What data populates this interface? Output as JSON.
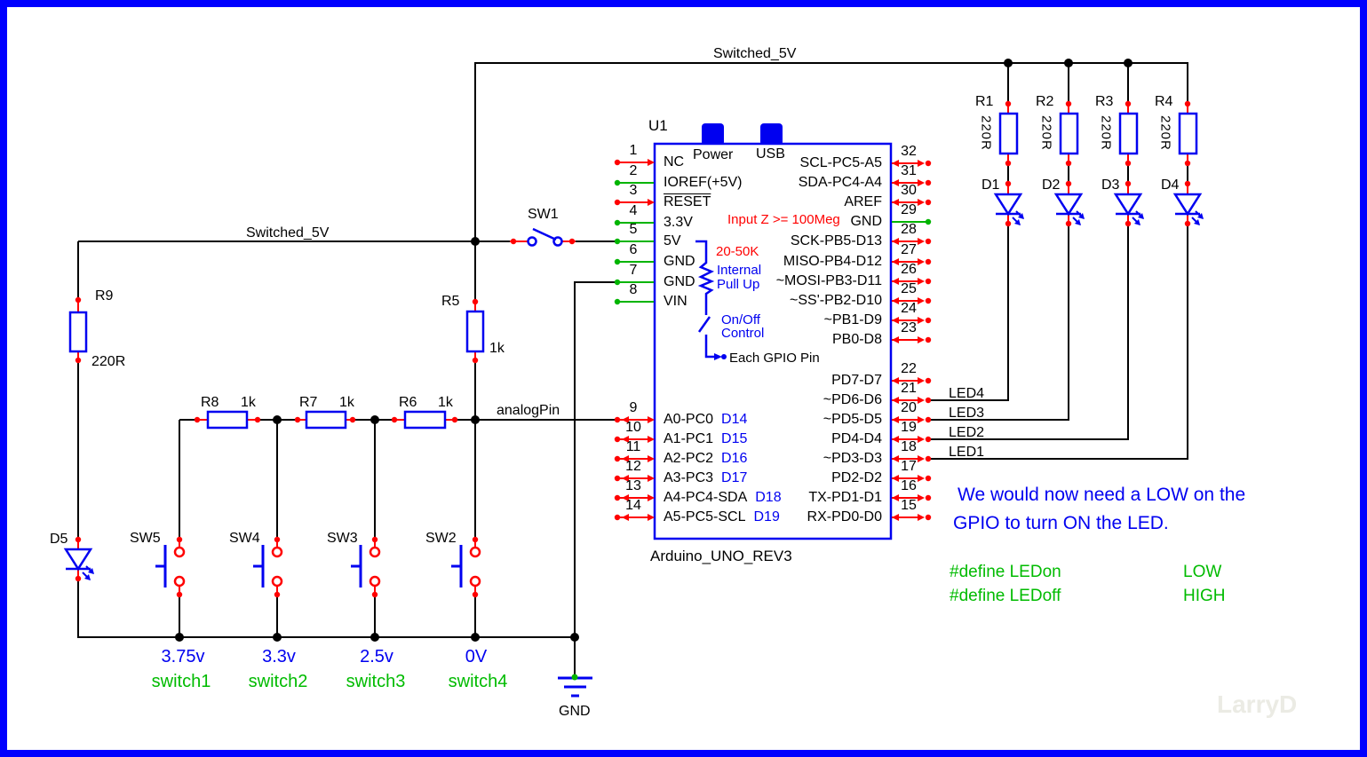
{
  "nets": {
    "switched_5v_top": "Switched_5V",
    "switched_5v_left": "Switched_5V",
    "analog_pin": "analogPin",
    "gnd_label": "GND",
    "led_wire_labels": [
      "LED4",
      "LED3",
      "LED2",
      "LED1"
    ]
  },
  "chip": {
    "designator": "U1",
    "part_name": "Arduino_UNO_REV3",
    "power_connector": "Power",
    "usb_connector": "USB",
    "internal_notes": {
      "input_impedance": "Input Z >= 100Meg",
      "pullup_value": "20-50K",
      "pullup_line1": "Internal",
      "pullup_line2": "Pull Up",
      "control_line1": "On/Off",
      "control_line2": "Control",
      "gpio_note": "Each GPIO Pin"
    },
    "left_pins": [
      {
        "num": "1",
        "label": "NC"
      },
      {
        "num": "2",
        "label": "IOREF(+5V)"
      },
      {
        "num": "3",
        "label": "RESET"
      },
      {
        "num": "4",
        "label": "3.3V"
      },
      {
        "num": "5",
        "label": "5V"
      },
      {
        "num": "6",
        "label": "GND"
      },
      {
        "num": "7",
        "label": "GND"
      },
      {
        "num": "8",
        "label": "VIN"
      },
      {
        "num": "9",
        "label": "A0-PC0",
        "alt": "D14"
      },
      {
        "num": "10",
        "label": "A1-PC1",
        "alt": "D15"
      },
      {
        "num": "11",
        "label": "A2-PC2",
        "alt": "D16"
      },
      {
        "num": "12",
        "label": "A3-PC3",
        "alt": "D17"
      },
      {
        "num": "13",
        "label": "A4-PC4-SDA",
        "alt": "D18"
      },
      {
        "num": "14",
        "label": "A5-PC5-SCL",
        "alt": "D19"
      }
    ],
    "right_pins": [
      {
        "num": "32",
        "label": "SCL-PC5-A5"
      },
      {
        "num": "31",
        "label": "SDA-PC4-A4"
      },
      {
        "num": "30",
        "label": "AREF"
      },
      {
        "num": "29",
        "label": "GND"
      },
      {
        "num": "28",
        "label": "SCK-PB5-D13"
      },
      {
        "num": "27",
        "label": "MISO-PB4-D12"
      },
      {
        "num": "26",
        "label": "~MOSI-PB3-D11"
      },
      {
        "num": "25",
        "label": "~SS'-PB2-D10"
      },
      {
        "num": "24",
        "label": "~PB1-D9"
      },
      {
        "num": "23",
        "label": "PB0-D8"
      },
      {
        "num": "22",
        "label": "PD7-D7"
      },
      {
        "num": "21",
        "label": "~PD6-D6"
      },
      {
        "num": "20",
        "label": "~PD5-D5"
      },
      {
        "num": "19",
        "label": "PD4-D4"
      },
      {
        "num": "18",
        "label": "~PD3-D3"
      },
      {
        "num": "17",
        "label": "PD2-D2"
      },
      {
        "num": "16",
        "label": "TX-PD1-D1"
      },
      {
        "num": "15",
        "label": "RX-PD0-D0"
      }
    ]
  },
  "components": {
    "resistors": {
      "r1": {
        "ref": "R1",
        "value": "220R"
      },
      "r2": {
        "ref": "R2",
        "value": "220R"
      },
      "r3": {
        "ref": "R3",
        "value": "220R"
      },
      "r4": {
        "ref": "R4",
        "value": "220R"
      },
      "r5": {
        "ref": "R5",
        "value": "1k"
      },
      "r6": {
        "ref": "R6",
        "value": "1k"
      },
      "r7": {
        "ref": "R7",
        "value": "1k"
      },
      "r8": {
        "ref": "R8",
        "value": "1k"
      },
      "r9": {
        "ref": "R9",
        "value": "220R"
      }
    },
    "leds": {
      "d1": {
        "ref": "D1"
      },
      "d2": {
        "ref": "D2"
      },
      "d3": {
        "ref": "D3"
      },
      "d4": {
        "ref": "D4"
      },
      "d5": {
        "ref": "D5"
      }
    },
    "switches": {
      "sw1": {
        "ref": "SW1"
      },
      "sw2": {
        "ref": "SW2"
      },
      "sw3": {
        "ref": "SW3"
      },
      "sw4": {
        "ref": "SW4"
      },
      "sw5": {
        "ref": "SW5"
      }
    }
  },
  "switch_columns": [
    {
      "voltage": "3.75v",
      "name": "switch1"
    },
    {
      "voltage": "3.3v",
      "name": "switch2"
    },
    {
      "voltage": "2.5v",
      "name": "switch3"
    },
    {
      "voltage": "0V",
      "name": "switch4"
    }
  ],
  "notes": {
    "line1": "We would now need a LOW on the",
    "line2": "GPIO to turn ON the LED.",
    "defines": [
      {
        "directive": "#define LEDon",
        "value": "LOW"
      },
      {
        "directive": "#define LEDoff",
        "value": "HIGH"
      }
    ]
  },
  "watermark": "LarryD",
  "colors": {
    "border": "#0000ff",
    "wire": "#000000",
    "component": "#0000f0",
    "terminal": "#ff0000",
    "net_green": "#00b400",
    "text_blue": "#0000f0",
    "text_green": "#00bb00",
    "text_red": "#ff0000"
  }
}
